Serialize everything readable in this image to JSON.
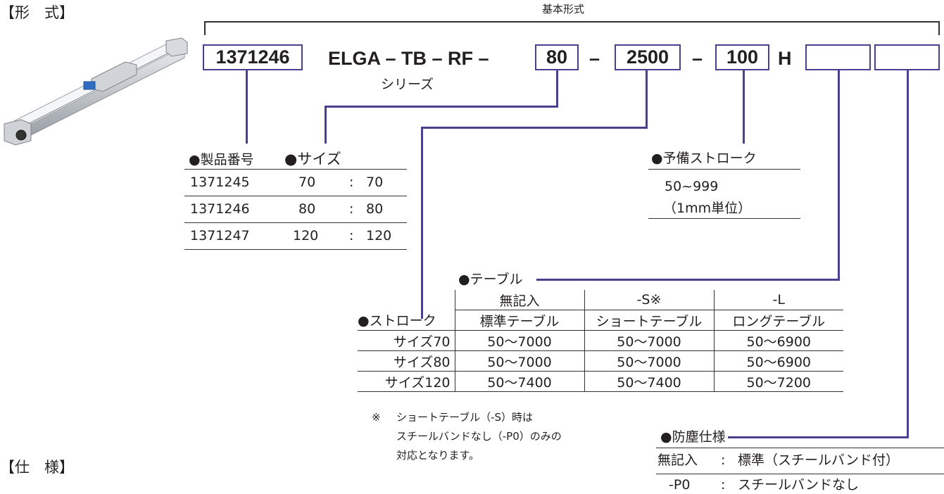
{
  "headings": {
    "format": "【形　式】",
    "spec": "【仕　様】"
  },
  "basic_format_label": "基本形式",
  "code": {
    "part_number": "1371246",
    "series_text": "ELGA – TB – RF –",
    "size": "80",
    "dash1": "–",
    "stroke": "2500",
    "dash2": "–",
    "reserve": "100",
    "h": "H",
    "empty1": "",
    "empty2": ""
  },
  "series_label": "シリーズ",
  "part_table": {
    "header_part": "●製品番号",
    "header_size": "●サイズ",
    "rows": [
      {
        "part": "1371245",
        "size": "70",
        "colon": ":",
        "value": "70"
      },
      {
        "part": "1371246",
        "size": "80",
        "colon": ":",
        "value": "80"
      },
      {
        "part": "1371247",
        "size": "120",
        "colon": ":",
        "value": "120"
      }
    ]
  },
  "reserve_stroke": {
    "title": "●予備ストローク",
    "range": "50~999",
    "unit": "（1mm単位）"
  },
  "table_section": {
    "title": "●テーブル",
    "stroke_title": "●ストローク",
    "codes": [
      "無記入",
      "-S※",
      "-L"
    ],
    "names": [
      "標準テーブル",
      "ショートテーブル",
      "ロングテーブル"
    ],
    "rows": [
      {
        "label": "サイズ70",
        "values": [
          "50～7000",
          "50～7000",
          "50～6900"
        ]
      },
      {
        "label": "サイズ80",
        "values": [
          "50～7000",
          "50～7000",
          "50～6900"
        ]
      },
      {
        "label": "サイズ120",
        "values": [
          "50～7400",
          "50～7400",
          "50～7200"
        ]
      }
    ]
  },
  "note": {
    "mark": "※",
    "lines": [
      "ショートテーブル（-S）時は",
      "スチールバンドなし（-P0）のみの",
      "対応となります。"
    ]
  },
  "dust": {
    "title": "●防塵仕様",
    "rows": [
      {
        "code": "無記入",
        "colon": ":",
        "text": "標準（スチールバンド付）"
      },
      {
        "code": "-P0",
        "colon": ":",
        "text": "スチールバンドなし"
      }
    ]
  },
  "colors": {
    "accent": "#4b3f8f",
    "text": "#231f20"
  },
  "product_image": "linear-actuator-photo"
}
